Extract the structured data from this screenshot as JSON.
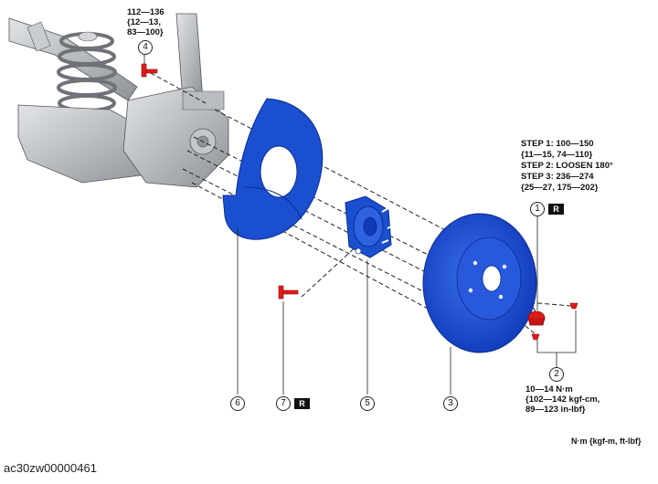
{
  "callouts": {
    "item4": {
      "number": "4",
      "torque_lines": [
        "112—136",
        "{12—13,",
        "83—100}"
      ]
    },
    "item1": {
      "number": "1",
      "replace_badge": "R",
      "steps": [
        {
          "label": "STEP 1:",
          "value": "100—150"
        },
        {
          "label": "",
          "value": "{11—15, 74—110}"
        },
        {
          "label": "STEP 2:",
          "value": "LOOSEN 180°"
        },
        {
          "label": "STEP 3:",
          "value": "236—274"
        },
        {
          "label": "",
          "value": "{25—27, 175—202}"
        }
      ]
    },
    "item2": {
      "number": "2",
      "torque_lines": [
        "10—14 N·m",
        "{102—142 kgf-cm,",
        "89—123 in-lbf}"
      ]
    },
    "item3": {
      "number": "3"
    },
    "item5": {
      "number": "5"
    },
    "item6": {
      "number": "6"
    },
    "item7": {
      "number": "7",
      "replace_badge": "R"
    }
  },
  "units_note": "N·m {kgf-m, ft-lbf}",
  "figure_code": "ac30zw00000461",
  "colors": {
    "part_blue": "#1a4fd0",
    "part_blue_dark": "#0b2c8c",
    "fastener_red": "#e01b1b",
    "suspension_gray": "#a9acb0",
    "line_dark": "#222222"
  }
}
